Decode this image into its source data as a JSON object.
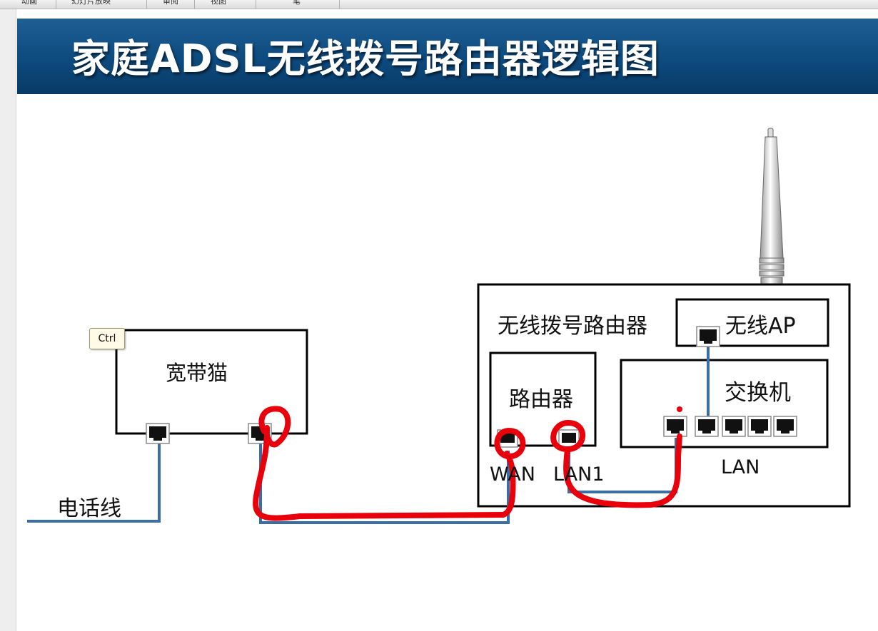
{
  "ribbon": {
    "tabs": [
      "动画",
      "幻灯片放映",
      "审阅",
      "视图",
      "",
      "笔"
    ]
  },
  "slide": {
    "title": "家庭ADSL无线拨号路由器逻辑图"
  },
  "diagram": {
    "modem_label": "宽带猫",
    "phone_line_label": "电话线",
    "wireless_router_label": "无线拨号路由器",
    "wireless_ap_label": "无线AP",
    "router_label": "路由器",
    "switch_label": "交换机",
    "wan_label": "WAN",
    "lan1_label": "LAN1",
    "lan_label": "LAN"
  },
  "tooltip": {
    "ctrl_label": "Ctrl"
  },
  "colors": {
    "title_bar": "#0d4a7e",
    "cable": "#3b6ea5",
    "annotation_ink": "#e8000b"
  }
}
